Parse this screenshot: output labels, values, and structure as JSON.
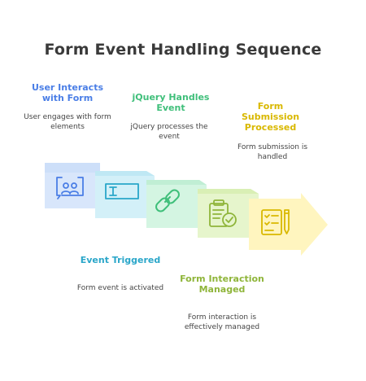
{
  "title": "Form Event Handling Sequence",
  "steps": [
    {
      "label": "User Interacts with Form",
      "desc": "User engages with form elements",
      "color": "#4a7ee6",
      "fill": "#d8e6fb",
      "icon": "users-chat-icon"
    },
    {
      "label": "Event Triggered",
      "desc": "Form event is activated",
      "color": "#2aa6c9",
      "fill": "#d3f0f8",
      "icon": "text-cursor-icon"
    },
    {
      "label": "jQuery Handles Event",
      "desc": "jQuery processes the event",
      "color": "#3fbf7a",
      "fill": "#d4f5e2",
      "icon": "link-icon"
    },
    {
      "label": "Form Interaction Managed",
      "desc": "Form interaction is effectively managed",
      "color": "#8fb53a",
      "fill": "#e6f5cc",
      "icon": "clipboard-check-icon"
    },
    {
      "label": "Form Submission Processed",
      "desc": "Form submission is handled",
      "color": "#d9b800",
      "fill": "#fff5bf",
      "icon": "form-pen-icon"
    }
  ]
}
